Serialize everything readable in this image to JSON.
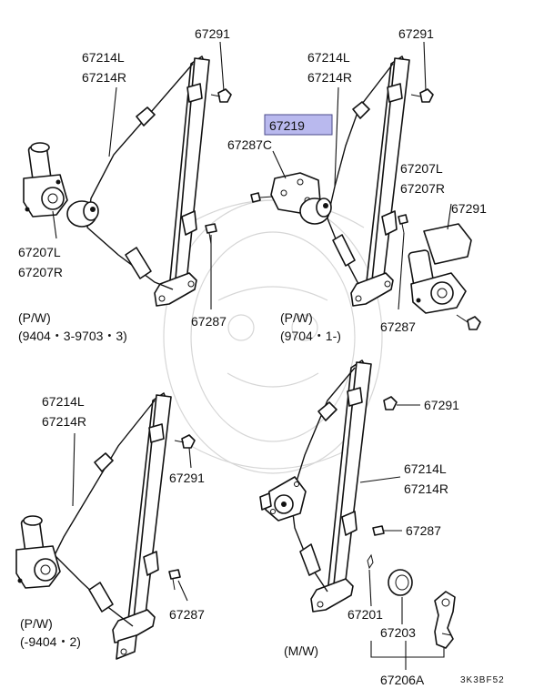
{
  "diagram": {
    "parts": {
      "bolt": "67291",
      "regulator": "67214L",
      "regulator_r": "67214R",
      "highlighted": "67219",
      "plate": "67287C",
      "motor": "67207L",
      "motor_r": "67207R",
      "screw": "67287",
      "clip": "67201",
      "escutcheon": "67203",
      "handle": "67206A"
    },
    "variants": {
      "pw1_line1": "(P/W)",
      "pw1_line2": "(9404・3-9703・3)",
      "pw2_line1": "(P/W)",
      "pw2_line2": "(9704・1-)",
      "pw3_line1": "(P/W)",
      "pw3_line2": "(-9404・2)",
      "mw": "(M/W)"
    },
    "code": "3K3BF52",
    "highlight_color": "#b9b9ee"
  }
}
